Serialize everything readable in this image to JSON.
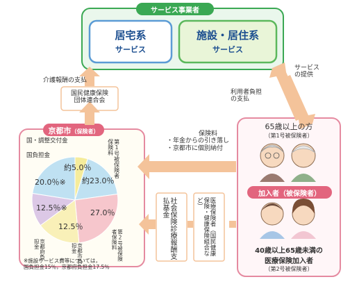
{
  "provider": {
    "title": "サービス事業者",
    "home": {
      "line1": "居宅系",
      "line2": "サービス"
    },
    "facility": {
      "line1": "施設・居住系",
      "line2": "サービス"
    }
  },
  "labels": {
    "kaigo_payment": "介護報酬の支払",
    "federation": {
      "line1": "国民健康保険",
      "line2": "団体連合会"
    },
    "service_provision": {
      "line1": "サービス",
      "line2": "の提供"
    },
    "user_burden": {
      "line1": "利用者負担",
      "line2": "の支払"
    },
    "premium": {
      "line1": "保険料",
      "line2": "・年金からの引き落し",
      "line3": "・京都市に個別納付"
    },
    "social_fund": "社会保険診療報酬支払基金",
    "medical_insurers": "医療保険者（国民健康保険・健康保険組合など）"
  },
  "kyoto": {
    "title": "京都市",
    "subtitle": "（保険者）",
    "segments": [
      {
        "name": "国・調整交付金",
        "value": "約5.0％",
        "color": "#f5ec9b"
      },
      {
        "name": "国負担金",
        "value": "20.0％※",
        "color": "#bfe1f2"
      },
      {
        "name": "京都府負担金",
        "value": "12.5％※",
        "color": "#dcc8e6"
      },
      {
        "name": "京都市負担金",
        "value": "12.5％",
        "color": "#f9f0b8"
      },
      {
        "name": "第2号被保険者保険料",
        "value": "27.0％",
        "color": "#f6c6cc"
      },
      {
        "name": "第1号被保険者保険料",
        "value": "約23.0％",
        "color": "#bfe1f2"
      }
    ],
    "note_line1": "※施設サービス費等については，",
    "note_line2": "国負担金15％，京都府負担金17.5％"
  },
  "members": {
    "elderly": {
      "line1": "65歳以上の方",
      "line2": "（第1号被保険者）"
    },
    "badge": "加入者（被保険者）",
    "middle": {
      "line1": "40歳以上65歳未満の",
      "line2": "医療保険加入者",
      "line3": "（第2号被保険者）"
    }
  },
  "colors": {
    "green": "#3aa853",
    "orange_arrow": "#f4c39a",
    "red_badge": "#e2657e",
    "pink_border": "#e58aa0",
    "blue_border": "#5b9bd5"
  }
}
